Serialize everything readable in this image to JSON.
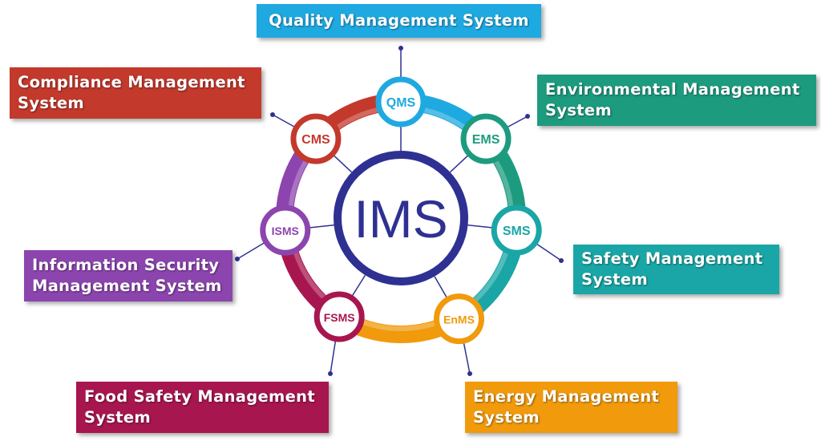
{
  "center": {
    "abbr": "IMS",
    "color": "#2e3192"
  },
  "nodes": [
    {
      "id": "qms",
      "abbr": "QMS",
      "label": "Quality Management System",
      "color": "#1fa9e1"
    },
    {
      "id": "ems",
      "abbr": "EMS",
      "label": "Environmental Management System",
      "color": "#1d9b7f"
    },
    {
      "id": "sms",
      "abbr": "SMS",
      "label": "Safety Management System",
      "color": "#1aa6a6"
    },
    {
      "id": "enms",
      "abbr": "EnMS",
      "label": "Energy Management System",
      "color": "#f09a0c"
    },
    {
      "id": "fsms",
      "abbr": "FSMS",
      "label": "Food Safety Management System",
      "color": "#a8164f"
    },
    {
      "id": "isms",
      "abbr": "ISMS",
      "label": "Information Security Management System",
      "color": "#8c45ae"
    },
    {
      "id": "cms",
      "abbr": "CMS",
      "label": "Compliance Management System",
      "color": "#c3392c"
    }
  ],
  "connector_color": "#2e3192"
}
